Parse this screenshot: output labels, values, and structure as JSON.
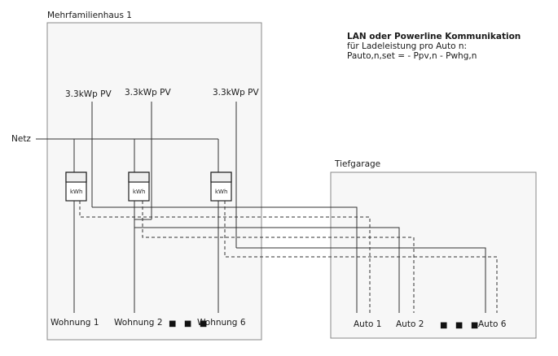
{
  "building": {
    "title": "Mehrfamilienhaus 1"
  },
  "garage": {
    "title": "Tiefgarage"
  },
  "grid": {
    "label": "Netz"
  },
  "info": {
    "heading": "LAN oder Powerline Kommunikation",
    "line1": "für Ladeleistung pro Auto n:",
    "line2": "Pauto,n,set = - Ppv,n - Pwhg,n"
  },
  "pv": [
    {
      "label": "3.3kWp PV"
    },
    {
      "label": "3.3kWp PV"
    },
    {
      "label": "3.3kWp PV"
    }
  ],
  "meters": [
    {
      "label": "kWh"
    },
    {
      "label": "kWh"
    },
    {
      "label": "kWh"
    }
  ],
  "apartments": [
    {
      "label": "Wohnung 1"
    },
    {
      "label": "Wohnung 2"
    },
    {
      "label": "Wohnung 6"
    }
  ],
  "cars": [
    {
      "label": "Auto 1"
    },
    {
      "label": "Auto 2"
    },
    {
      "label": "Auto 6"
    }
  ],
  "ellipsis": "■ ■ ■"
}
